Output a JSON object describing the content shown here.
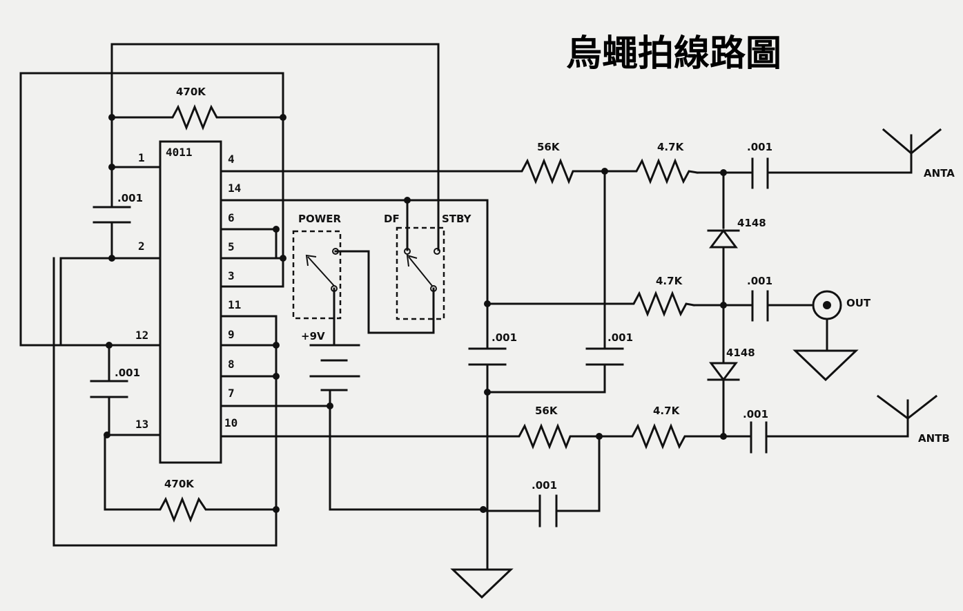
{
  "title": "烏蠅拍線路圖",
  "ic": {
    "part": "4011",
    "pins": [
      "1",
      "2",
      "12",
      "13",
      "4",
      "14",
      "6",
      "5",
      "3",
      "11",
      "9",
      "8",
      "7",
      "10"
    ]
  },
  "resistors": {
    "r470k_top": "470K",
    "r470k_bottom": "470K",
    "r56k_top": "56K",
    "r56k_bottom": "56K",
    "r47k_top": "4.7K",
    "r47k_mid": "4.7K",
    "r47k_bottom": "4.7K"
  },
  "capacitors": {
    "c_pin1": ".001",
    "c_pin12": ".001",
    "c_mid_left": ".001",
    "c_mid_right": ".001",
    "c_bottom": ".001",
    "c_anta": ".001",
    "c_out": ".001",
    "c_antb": ".001"
  },
  "diodes": {
    "d_top": "4148",
    "d_bottom": "4148"
  },
  "switches": {
    "power": "POWER",
    "df": "DF",
    "stby": "STBY"
  },
  "battery": "+9V",
  "antennas": {
    "a": "ANTA",
    "b": "ANTB"
  },
  "output": "OUT",
  "colors": {
    "ink": "#111111",
    "paper": "#f1f1ef"
  }
}
